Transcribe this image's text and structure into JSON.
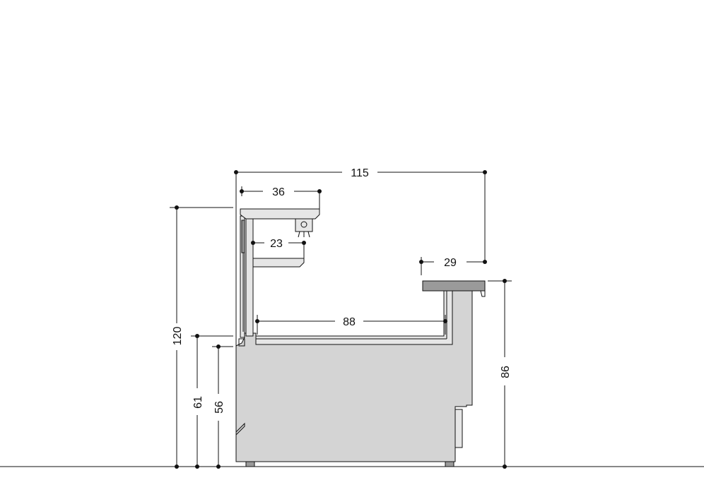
{
  "dimensions": {
    "overall_width": "115",
    "top_shelf_width": "36",
    "inner_shelf_depth": "23",
    "rear_shelf_depth": "29",
    "display_depth": "88",
    "total_height": "120",
    "front_glass_height": "61",
    "front_height": "56",
    "counter_height": "86"
  },
  "icons": [
    "lamp-icon"
  ],
  "colors": {
    "cabinet": "#d4d4d4",
    "shelf": "#e6e6e6",
    "counter_top": "#9a9a9a",
    "lines": "#111111"
  }
}
